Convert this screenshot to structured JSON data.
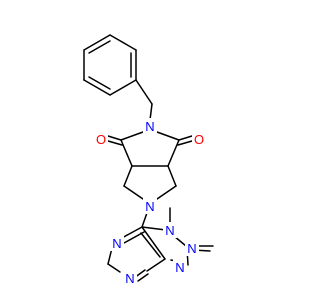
{
  "molecule": {
    "atoms": [
      {
        "element": "N",
        "label": "N",
        "color": "#0000ff"
      },
      {
        "element": "N",
        "label": "N",
        "color": "#0000ff"
      },
      {
        "element": "O",
        "label": "O",
        "color": "#ff0000"
      },
      {
        "element": "O",
        "label": "O",
        "color": "#ff0000"
      },
      {
        "element": "N",
        "label": "N",
        "color": "#0000ff"
      },
      {
        "element": "N",
        "label": "N",
        "color": "#0000ff"
      },
      {
        "element": "N",
        "label": "N",
        "color": "#0000ff"
      },
      {
        "element": "N",
        "label": "N",
        "color": "#0000ff"
      },
      {
        "element": "N",
        "label": "N",
        "color": "#0000ff"
      }
    ],
    "bond_color": "#000000"
  }
}
